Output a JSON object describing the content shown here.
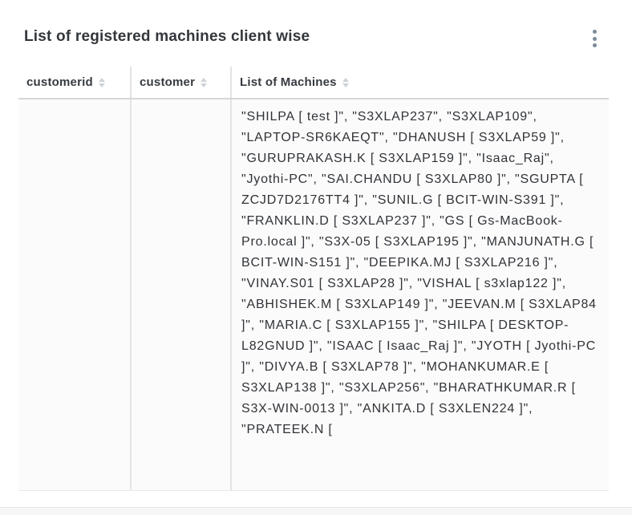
{
  "card": {
    "title": "List of registered machines client wise",
    "menu_icon": "kebab-menu"
  },
  "table": {
    "columns": [
      {
        "label": "customerid",
        "sortable": true
      },
      {
        "label": "customer",
        "sortable": true
      },
      {
        "label": "List of Machines",
        "sortable": true
      }
    ],
    "rows": [
      {
        "customerid": "",
        "customer": "",
        "machines": "\"SHILPA [ test ]\", \"S3XLAP237\", \"S3XLAP109\", \"LAPTOP-SR6KAEQT\", \"DHANUSH [ S3XLAP59 ]\", \"GURUPRAKASH.K [ S3XLAP159 ]\", \"Isaac_Raj\", \"Jyothi-PC\", \"SAI.CHANDU [ S3XLAP80 ]\", \"SGUPTA [ ZCJD7D2176TT4 ]\", \"SUNIL.G [ BCIT-WIN-S391 ]\", \"FRANKLIN.D [ S3XLAP237 ]\", \"GS [ Gs-MacBook-Pro.local ]\", \"S3X-05 [ S3XLAP195 ]\", \"MANJUNATH.G [ BCIT-WIN-S151 ]\", \"DEEPIKA.MJ [ S3XLAP216 ]\", \"VINAY.S01 [ S3XLAP28 ]\", \"VISHAL [ s3xlap122 ]\", \"ABHISHEK.M [ S3XLAP149 ]\", \"JEEVAN.M [ S3XLAP84 ]\", \"MARIA.C [ S3XLAP155 ]\", \"SHILPA [ DESKTOP-L82GNUD ]\", \"ISAAC [ Isaac_Raj ]\", \"JYOTH [ Jyothi-PC ]\", \"DIVYA.B [ S3XLAP78 ]\", \"MOHANKUMAR.E [ S3XLAP138 ]\", \"S3XLAP256\", \"BHARATHKUMAR.R [ S3X-WIN-0013 ]\", \"ANKITA.D [ S3XLEN224 ]\", \"PRATEEK.N ["
      }
    ]
  },
  "colors": {
    "title_text": "#32373c",
    "body_text": "#303338",
    "row_background": "#fbfbfb",
    "grid_line": "#e4e4e4",
    "header_underline": "#d6d6d6",
    "menu_icon": "#7b8a99",
    "sort_icon": "#cdd2d7",
    "footer_strip": "#f6f6f7"
  }
}
